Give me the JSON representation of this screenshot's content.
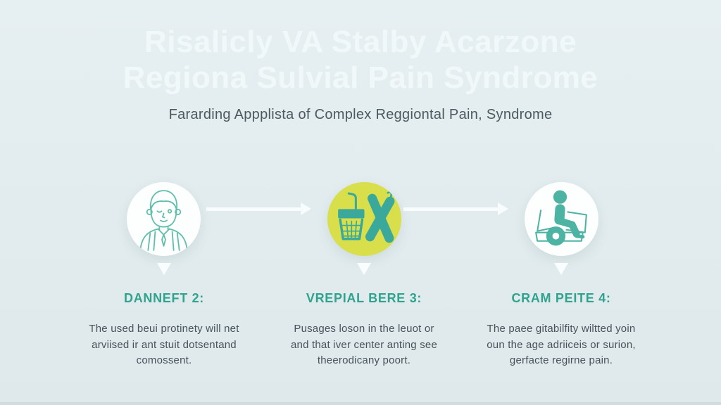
{
  "title": {
    "line1": "Risalicly VA Stalby Acarzone",
    "line2": "Regiona Sulvial Pain Syndrome"
  },
  "subtitle": "Fararding Appplista of Complex Reggiontal Pain, Syndrome",
  "steps": [
    {
      "icon": "person-icon",
      "heading": "DANNEFT 2:",
      "lines": [
        "The used beui protinety will net",
        "arviised ir ant stuit dotsentand",
        "comossent."
      ]
    },
    {
      "icon": "no-junk-food-icon",
      "heading": "VREPIAL BERE 3:",
      "lines": [
        "Pusages loson in the leuot or",
        "and that iver center anting see",
        "theerodicany poort."
      ]
    },
    {
      "icon": "wheelchair-icon",
      "heading": "CRAM PEITE 4:",
      "lines": [
        "The paee gitabilfity wiltted yoin",
        "oun the age adriiceis or surion,",
        "gerfacte regirne pain."
      ]
    }
  ],
  "colors": {
    "background": "#e2ecee",
    "title_text": "#f1f8f9",
    "subtitle_text": "#4c5960",
    "heading_teal": "#2fa38e",
    "body_text": "#47525b",
    "icon_teal": "#43b0a0",
    "icon_outline_teal": "#5fbfab",
    "circle_yellow": "#d8df4a",
    "circle_white": "#fdfefe",
    "arrow_white": "#f8fcfc"
  }
}
